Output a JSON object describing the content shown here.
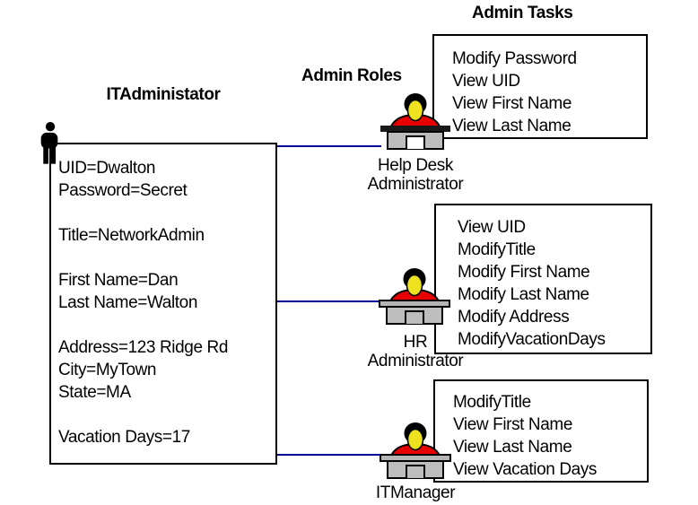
{
  "headers": {
    "profile": "ITAdministator",
    "roles": "Admin Roles",
    "tasks": "Admin Tasks"
  },
  "profile": {
    "lines": [
      "UID=Dwalton",
      "Password=Secret",
      "",
      "Title=NetworkAdmin",
      "",
      "First Name=Dan",
      "Last Name=Walton",
      "",
      "Address=123 Ridge Rd",
      "City=MyTown",
      "State=MA",
      "",
      "Vacation Days=17"
    ]
  },
  "roles": [
    {
      "label_lines": [
        "Help Desk",
        "Administrator"
      ],
      "tasks": [
        "Modify Password",
        "View UID",
        "View First Name",
        "View Last Name"
      ]
    },
    {
      "label_lines": [
        "HR",
        "Administrator"
      ],
      "tasks": [
        "View UID",
        "ModifyTitle",
        "Modify First Name",
        "Modify Last Name",
        "Modify Address",
        "ModifyVacationDays"
      ]
    },
    {
      "label_lines": [
        "ITManager"
      ],
      "tasks": [
        "ModifyTitle",
        "View First Name",
        "View Last Name",
        "View Vacation Days"
      ]
    }
  ],
  "colors": {
    "connector": "#00009a",
    "box_border": "#000000",
    "desk": "#bdbdbd",
    "shirt": "#e60000",
    "face": "#eee220",
    "hair": "#000000"
  }
}
